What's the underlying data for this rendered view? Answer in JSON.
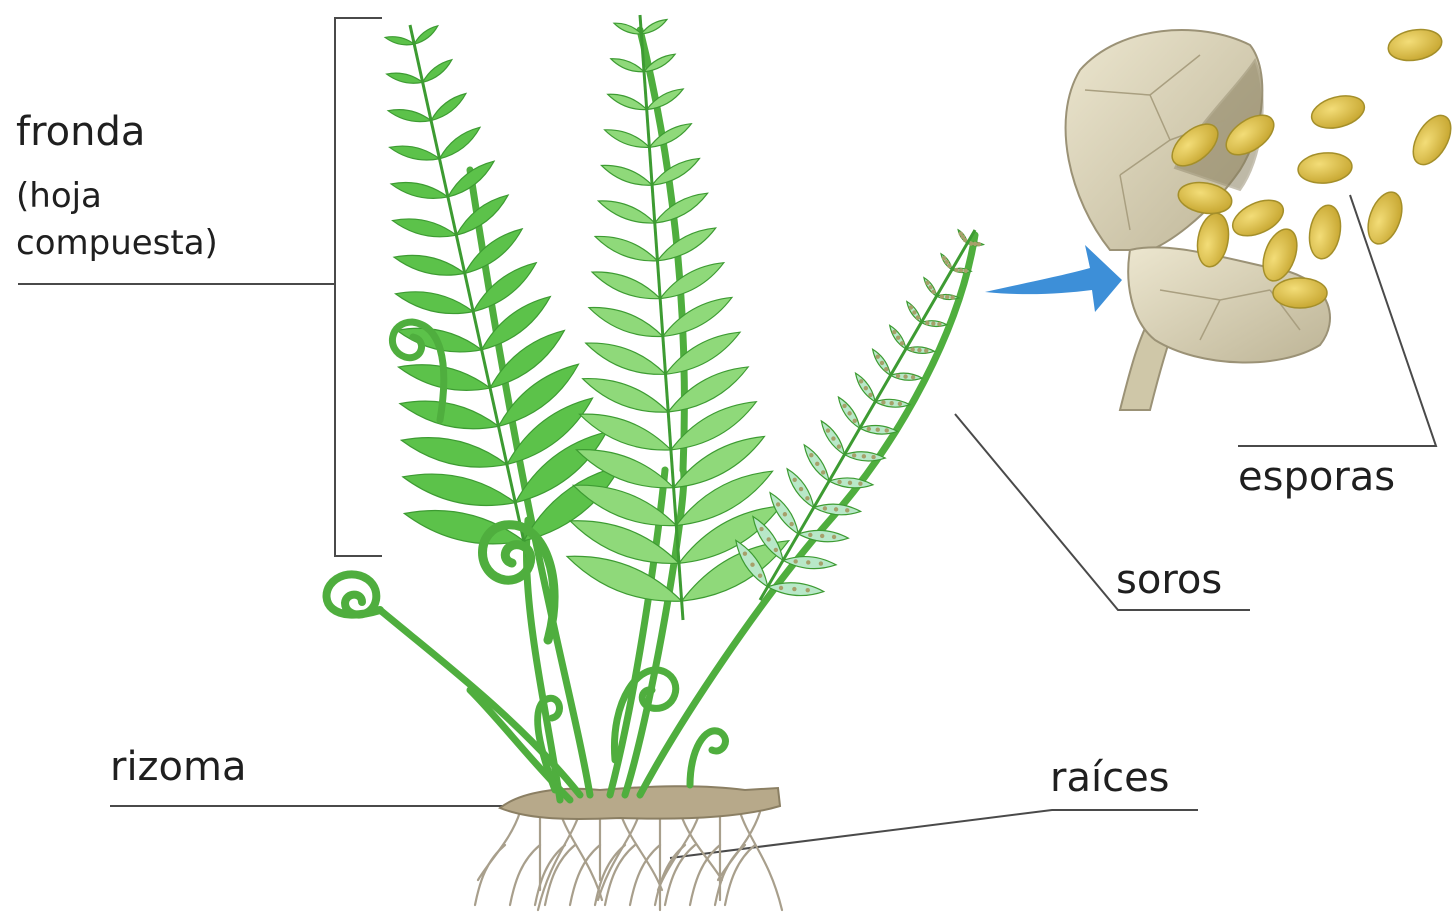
{
  "labels": {
    "fronda": "fronda",
    "fronda_sub_1": "(hoja",
    "fronda_sub_2": "compuesta)",
    "esporas": "esporas",
    "soros": "soros",
    "rizoma": "rizoma",
    "raices": "raíces"
  },
  "icons": {
    "arrow": "right-arrow-icon"
  },
  "colors": {
    "frond_green": "#5cc24a",
    "frond_light": "#8fd97a",
    "frond_dark": "#3d9b32",
    "pale_frond": "#b8e8c8",
    "sorus_dots": "#a6a06a",
    "arrow_blue": "#3d8fd8",
    "sporangium": "#d9d2b8",
    "sporangium_edge": "#9b9276",
    "spore": "#d9c04a",
    "spore_edge": "#a48f2a",
    "rhizome": "#b7a98a",
    "roots": "#a89f8c",
    "leader_lines": "#4a4a4a"
  }
}
